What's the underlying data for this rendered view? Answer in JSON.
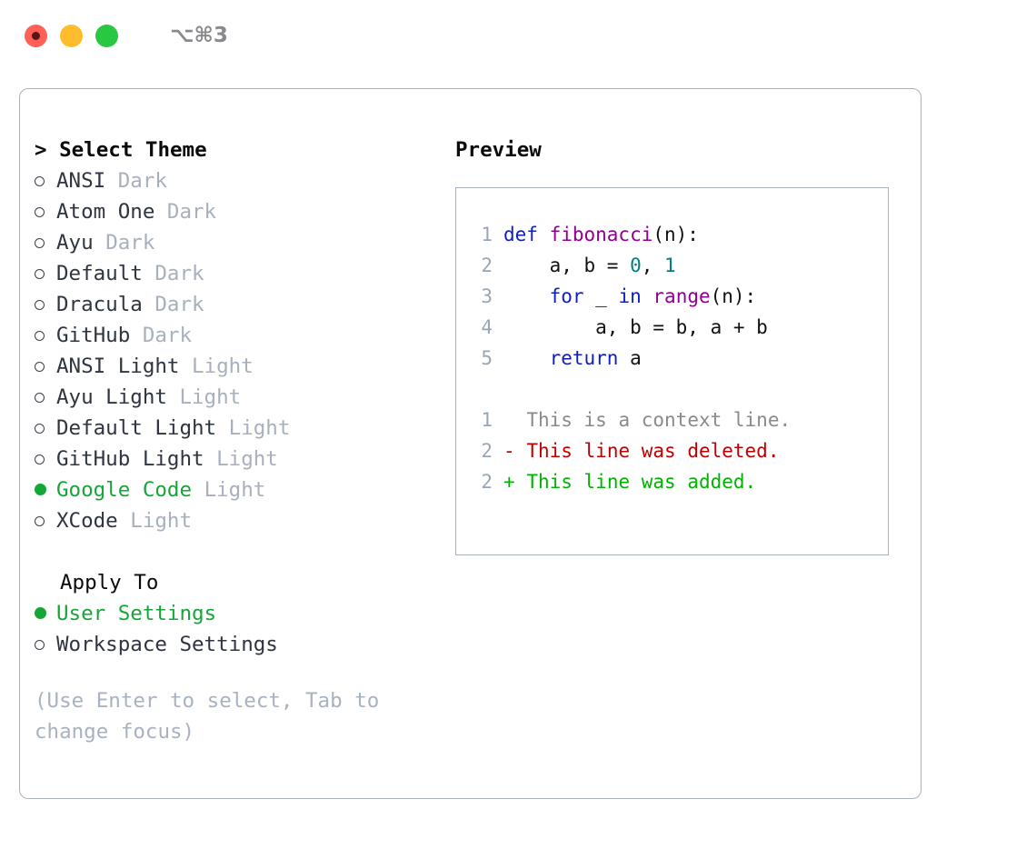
{
  "titlebar": {
    "shortcut": "⌥⌘3",
    "lights": [
      {
        "name": "close",
        "color": "#ff6159"
      },
      {
        "name": "minimize",
        "color": "#ffbd2e"
      },
      {
        "name": "maximize",
        "color": "#28c840"
      }
    ]
  },
  "left": {
    "header": "> Select Theme",
    "themes": [
      {
        "bullet": "hollow",
        "name": "ANSI",
        "variant": "Dark",
        "selected": false
      },
      {
        "bullet": "hollow",
        "name": "Atom One",
        "variant": "Dark",
        "selected": false
      },
      {
        "bullet": "hollow",
        "name": "Ayu",
        "variant": "Dark",
        "selected": false
      },
      {
        "bullet": "hollow",
        "name": "Default",
        "variant": "Dark",
        "selected": false
      },
      {
        "bullet": "hollow",
        "name": "Dracula",
        "variant": "Dark",
        "selected": false
      },
      {
        "bullet": "hollow",
        "name": "GitHub",
        "variant": "Dark",
        "selected": false
      },
      {
        "bullet": "hollow",
        "name": "ANSI Light",
        "variant": "Light",
        "selected": false
      },
      {
        "bullet": "hollow",
        "name": "Ayu Light",
        "variant": "Light",
        "selected": false
      },
      {
        "bullet": "hollow",
        "name": "Default Light",
        "variant": "Light",
        "selected": false
      },
      {
        "bullet": "hollow",
        "name": "GitHub Light",
        "variant": "Light",
        "selected": false
      },
      {
        "bullet": "filled",
        "name": "Google Code",
        "variant": "Light",
        "selected": true
      },
      {
        "bullet": "hollow",
        "name": "XCode",
        "variant": "Light",
        "selected": false
      }
    ],
    "apply_to_header": "Apply To",
    "apply_to": [
      {
        "bullet": "filled",
        "label": "User Settings",
        "selected": true
      },
      {
        "bullet": "hollow",
        "label": "Workspace Settings",
        "selected": false
      }
    ],
    "hint": "(Use Enter to select, Tab to change focus)"
  },
  "preview": {
    "title": "Preview",
    "code_lines": [
      {
        "lineno": "1",
        "tokens": [
          {
            "text": "def ",
            "type": "kw"
          },
          {
            "text": "fibonacci",
            "type": "fn"
          },
          {
            "text": "(n):",
            "type": "plain"
          }
        ]
      },
      {
        "lineno": "2",
        "tokens": [
          {
            "text": "    a, b = ",
            "type": "plain"
          },
          {
            "text": "0",
            "type": "num"
          },
          {
            "text": ", ",
            "type": "plain"
          },
          {
            "text": "1",
            "type": "num"
          }
        ]
      },
      {
        "lineno": "3",
        "tokens": [
          {
            "text": "    ",
            "type": "plain"
          },
          {
            "text": "for",
            "type": "kw"
          },
          {
            "text": " _ ",
            "type": "plain"
          },
          {
            "text": "in",
            "type": "kw"
          },
          {
            "text": " ",
            "type": "plain"
          },
          {
            "text": "range",
            "type": "fn"
          },
          {
            "text": "(n):",
            "type": "plain"
          }
        ]
      },
      {
        "lineno": "4",
        "tokens": [
          {
            "text": "        a, b = b, a + b",
            "type": "plain"
          }
        ]
      },
      {
        "lineno": "5",
        "tokens": [
          {
            "text": "    ",
            "type": "plain"
          },
          {
            "text": "return",
            "type": "kw"
          },
          {
            "text": " a",
            "type": "plain"
          }
        ]
      }
    ],
    "diff_lines": [
      {
        "lineno": "1",
        "marker": " ",
        "text": "This is a context line.",
        "type": "ctx"
      },
      {
        "lineno": "2",
        "marker": "-",
        "text": "This line was deleted.",
        "type": "del"
      },
      {
        "lineno": "2",
        "marker": "+",
        "text": "This line was added.",
        "type": "add"
      }
    ]
  },
  "colors": {
    "accent_green": "#16a637",
    "muted": "#a8b0bd",
    "border": "#a9b3c0",
    "keyword": "#1020c0",
    "function": "#910091",
    "number": "#00807d",
    "diff_added": "#00b300",
    "diff_deleted": "#c00000",
    "diff_context": "#8a8a8a"
  }
}
